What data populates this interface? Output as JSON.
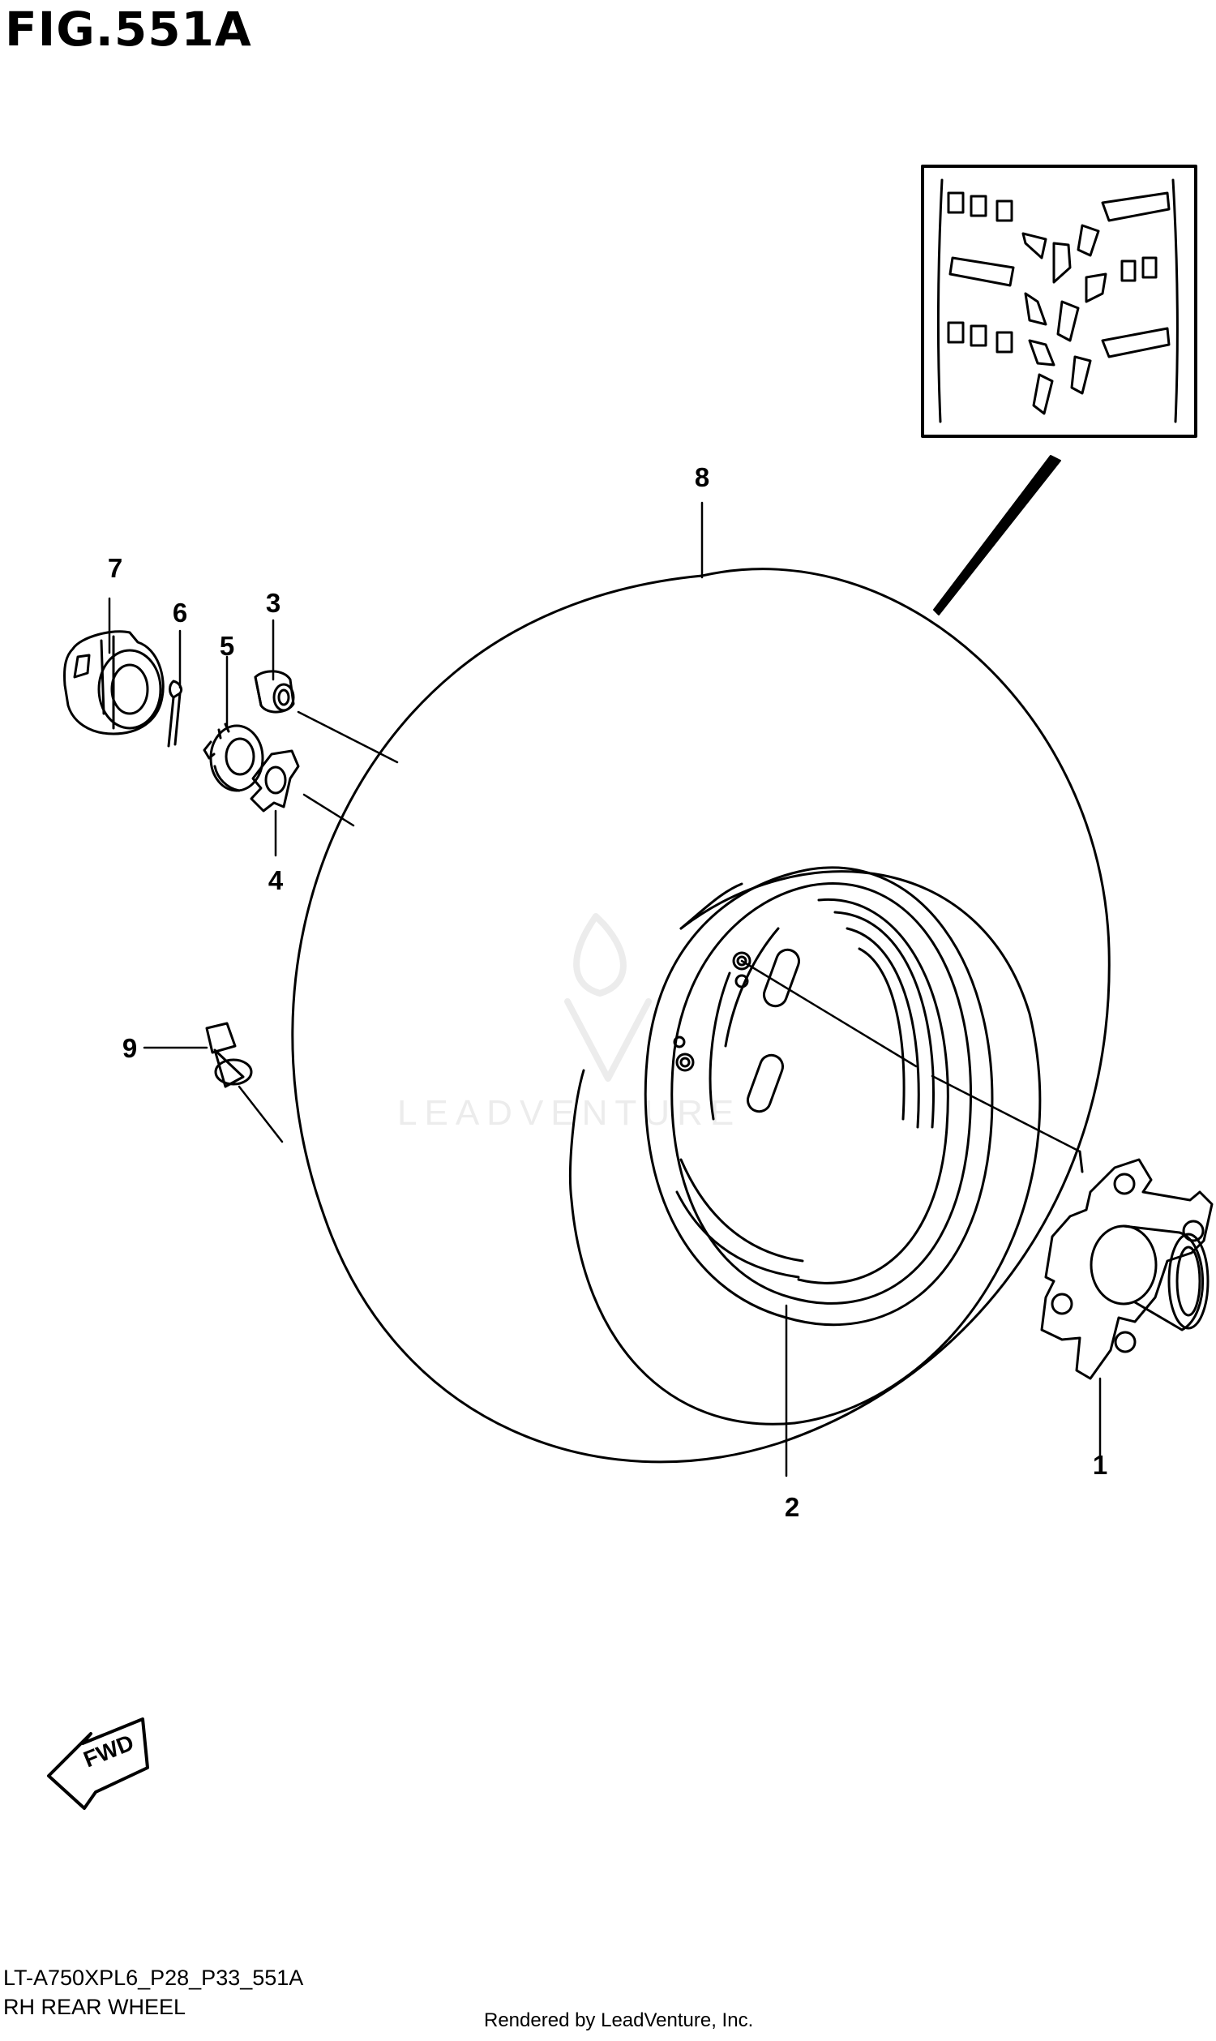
{
  "figure": {
    "title": "FIG.551A",
    "code": "LT-A750XPL6_P28_P33_551A",
    "caption": "RH REAR WHEEL",
    "rendered_by": "Rendered by LeadVenture, Inc.",
    "watermark": "LEADVENTURE"
  },
  "callouts": {
    "c1": "1",
    "c2": "2",
    "c3": "3",
    "c4": "4",
    "c5": "5",
    "c6": "6",
    "c7": "7",
    "c8": "8",
    "c9": "9"
  },
  "forward_label": "FWD"
}
